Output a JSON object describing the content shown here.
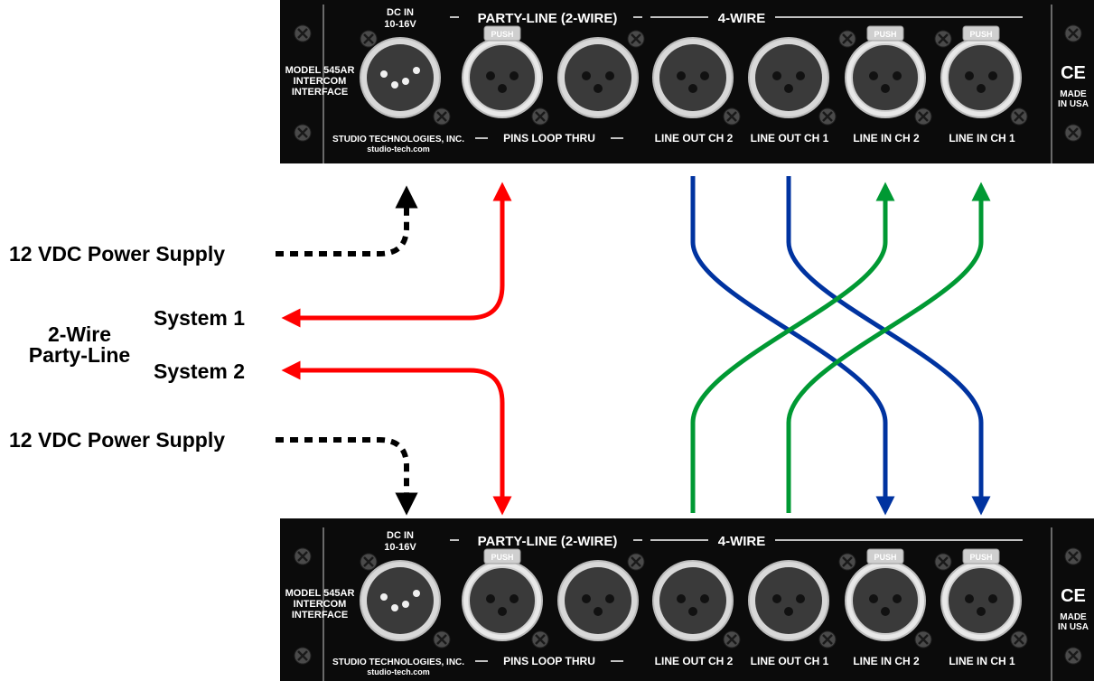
{
  "side_labels": {
    "power_supply_top": "12 VDC Power Supply",
    "power_supply_bottom": "12 VDC Power Supply",
    "system_1": "System 1",
    "system_2": "System 2",
    "party_line_line1": "2-Wire",
    "party_line_line2": "Party-Line"
  },
  "panel": {
    "model_line1": "MODEL 545AR",
    "model_line2": "INTERCOM",
    "model_line3": "INTERFACE",
    "dc_in_line1": "DC IN",
    "dc_in_line2": "10-16V",
    "party_line_header": "PARTY-LINE (2-WIRE)",
    "four_wire_header": "4-WIRE",
    "company": "STUDIO TECHNOLOGIES, INC.",
    "website": "studio-tech.com",
    "pins_loop_thru": "PINS LOOP THRU",
    "line_out_ch2": "LINE OUT CH 2",
    "line_out_ch1": "LINE OUT CH 1",
    "line_in_ch2": "LINE IN CH 2",
    "line_in_ch1": "LINE IN CH 1",
    "push_label": "PUSH",
    "ce_mark": "CE",
    "made_line1": "MADE",
    "made_line2": "IN USA"
  },
  "colors": {
    "panel": "#0b0b0b",
    "party_line_wire": "#ff0000",
    "four_wire_out": "#0033a0",
    "four_wire_in": "#009933",
    "power_wire": "#000000"
  }
}
